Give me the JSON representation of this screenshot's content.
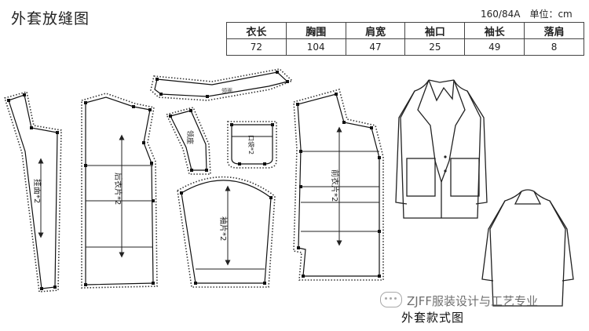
{
  "title": "外套放缝图",
  "size": {
    "code": "160/84A",
    "unit_label": "单位：cm"
  },
  "spec_table": {
    "headers": [
      "衣长",
      "胸围",
      "肩宽",
      "袖口",
      "袖长",
      "落肩"
    ],
    "values": [
      "72",
      "104",
      "47",
      "25",
      "49",
      "8"
    ]
  },
  "pieces": {
    "facing": "挂面*2",
    "back": "后衣片*2",
    "collar_stand": "领座",
    "pocket": "口袋*2",
    "sleeve": "袖片*2",
    "front": "前衣片*2",
    "collar_label": "领面"
  },
  "style_caption": "外套款式图",
  "watermark": "ZJFF服装设计与工艺专业"
}
